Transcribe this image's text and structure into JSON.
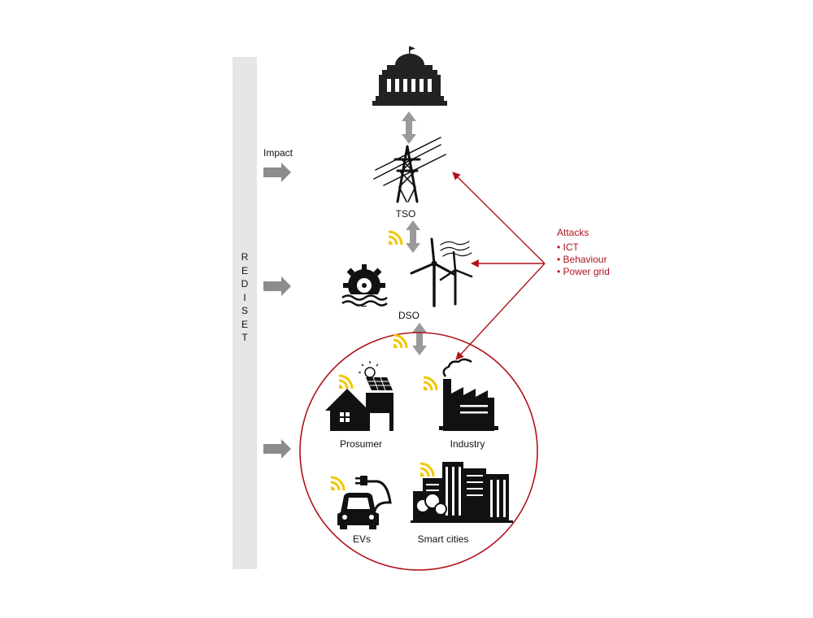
{
  "side_label": {
    "letters": [
      "R",
      "E",
      "D",
      "I",
      "S",
      "E",
      "T"
    ]
  },
  "impact_label": "Impact",
  "nodes": {
    "tso": "TSO",
    "dso": "DSO",
    "prosumer": "Prosumer",
    "industry": "Industry",
    "evs": "EVs",
    "smart_cities": "Smart cities"
  },
  "attacks": {
    "title": "Attacks",
    "items": [
      "• ICT",
      "• Behaviour",
      "• Power grid"
    ]
  },
  "colors": {
    "accent": "#b0121b",
    "arrow_gray": "#8c8c8c",
    "wifi_yellow": "#f2c500",
    "icon_black": "#111111",
    "side_bar": "#e6e6e6"
  }
}
